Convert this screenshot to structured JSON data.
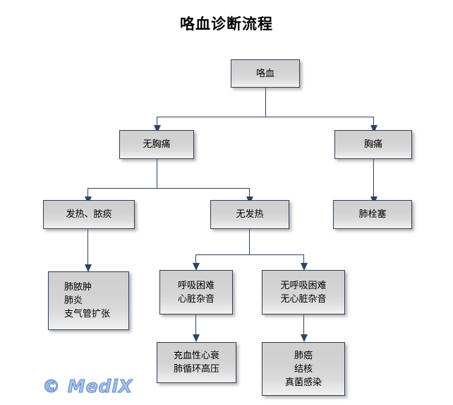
{
  "title": "咯血诊断流程",
  "watermark": "© MediX",
  "colors": {
    "node_border": "#2b3f5c",
    "connector": "#2b4463",
    "node_fill_top": "#cfcfcf",
    "node_fill_bottom": "#f2f2f2",
    "watermark_fill": "#a9c2e8",
    "watermark_stroke": "#5b86c9",
    "background": "#ffffff",
    "text": "#000000"
  },
  "nodes": [
    {
      "id": "hemoptysis",
      "label": "咯血"
    },
    {
      "id": "no-chest-pain",
      "label": "无胸痛"
    },
    {
      "id": "chest-pain",
      "label": "胸痛"
    },
    {
      "id": "fever-purulent",
      "label": "发热、脓痰"
    },
    {
      "id": "no-fever",
      "label": "无发热"
    },
    {
      "id": "pulmonary-embolism",
      "label": "肺栓塞"
    },
    {
      "id": "abscess-group",
      "label": "肺脓肿\n肺炎\n支气管扩张"
    },
    {
      "id": "dyspnea-murmur",
      "label": "呼吸困难\n心脏杂音"
    },
    {
      "id": "no-dyspnea-murmur",
      "label": "无呼吸困难\n无心脏杂音"
    },
    {
      "id": "chf-pulm-htn",
      "label": "充血性心衰\n肺循环高压"
    },
    {
      "id": "cancer-tb-fungal",
      "label": "肺癌\n结核\n真菌感染"
    }
  ]
}
